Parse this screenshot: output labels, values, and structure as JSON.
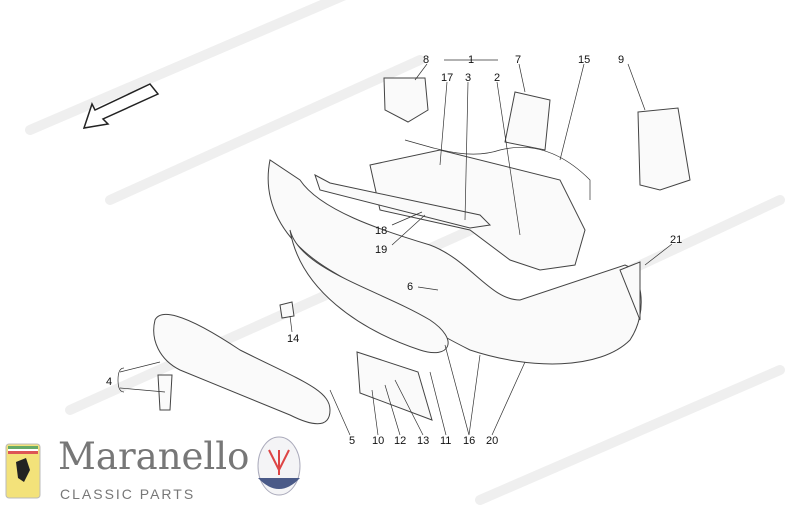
{
  "watermark": {
    "brand": "Maranello",
    "sub": "CLASSIC PARTS"
  },
  "logo": {
    "title": "Maranello",
    "subtitle": "CLASSIC PARTS",
    "ferrari_badge": "Ferrari",
    "maserati_badge": "MASERATI"
  },
  "callouts": [
    "1",
    "2",
    "3",
    "4",
    "5",
    "6",
    "7",
    "8",
    "9",
    "10",
    "11",
    "12",
    "13",
    "14",
    "15",
    "16",
    "17",
    "18",
    "19",
    "20",
    "21"
  ],
  "colors": {
    "line": "#333333",
    "watermark": "#e6e6e6",
    "logo_text": "#777777"
  }
}
